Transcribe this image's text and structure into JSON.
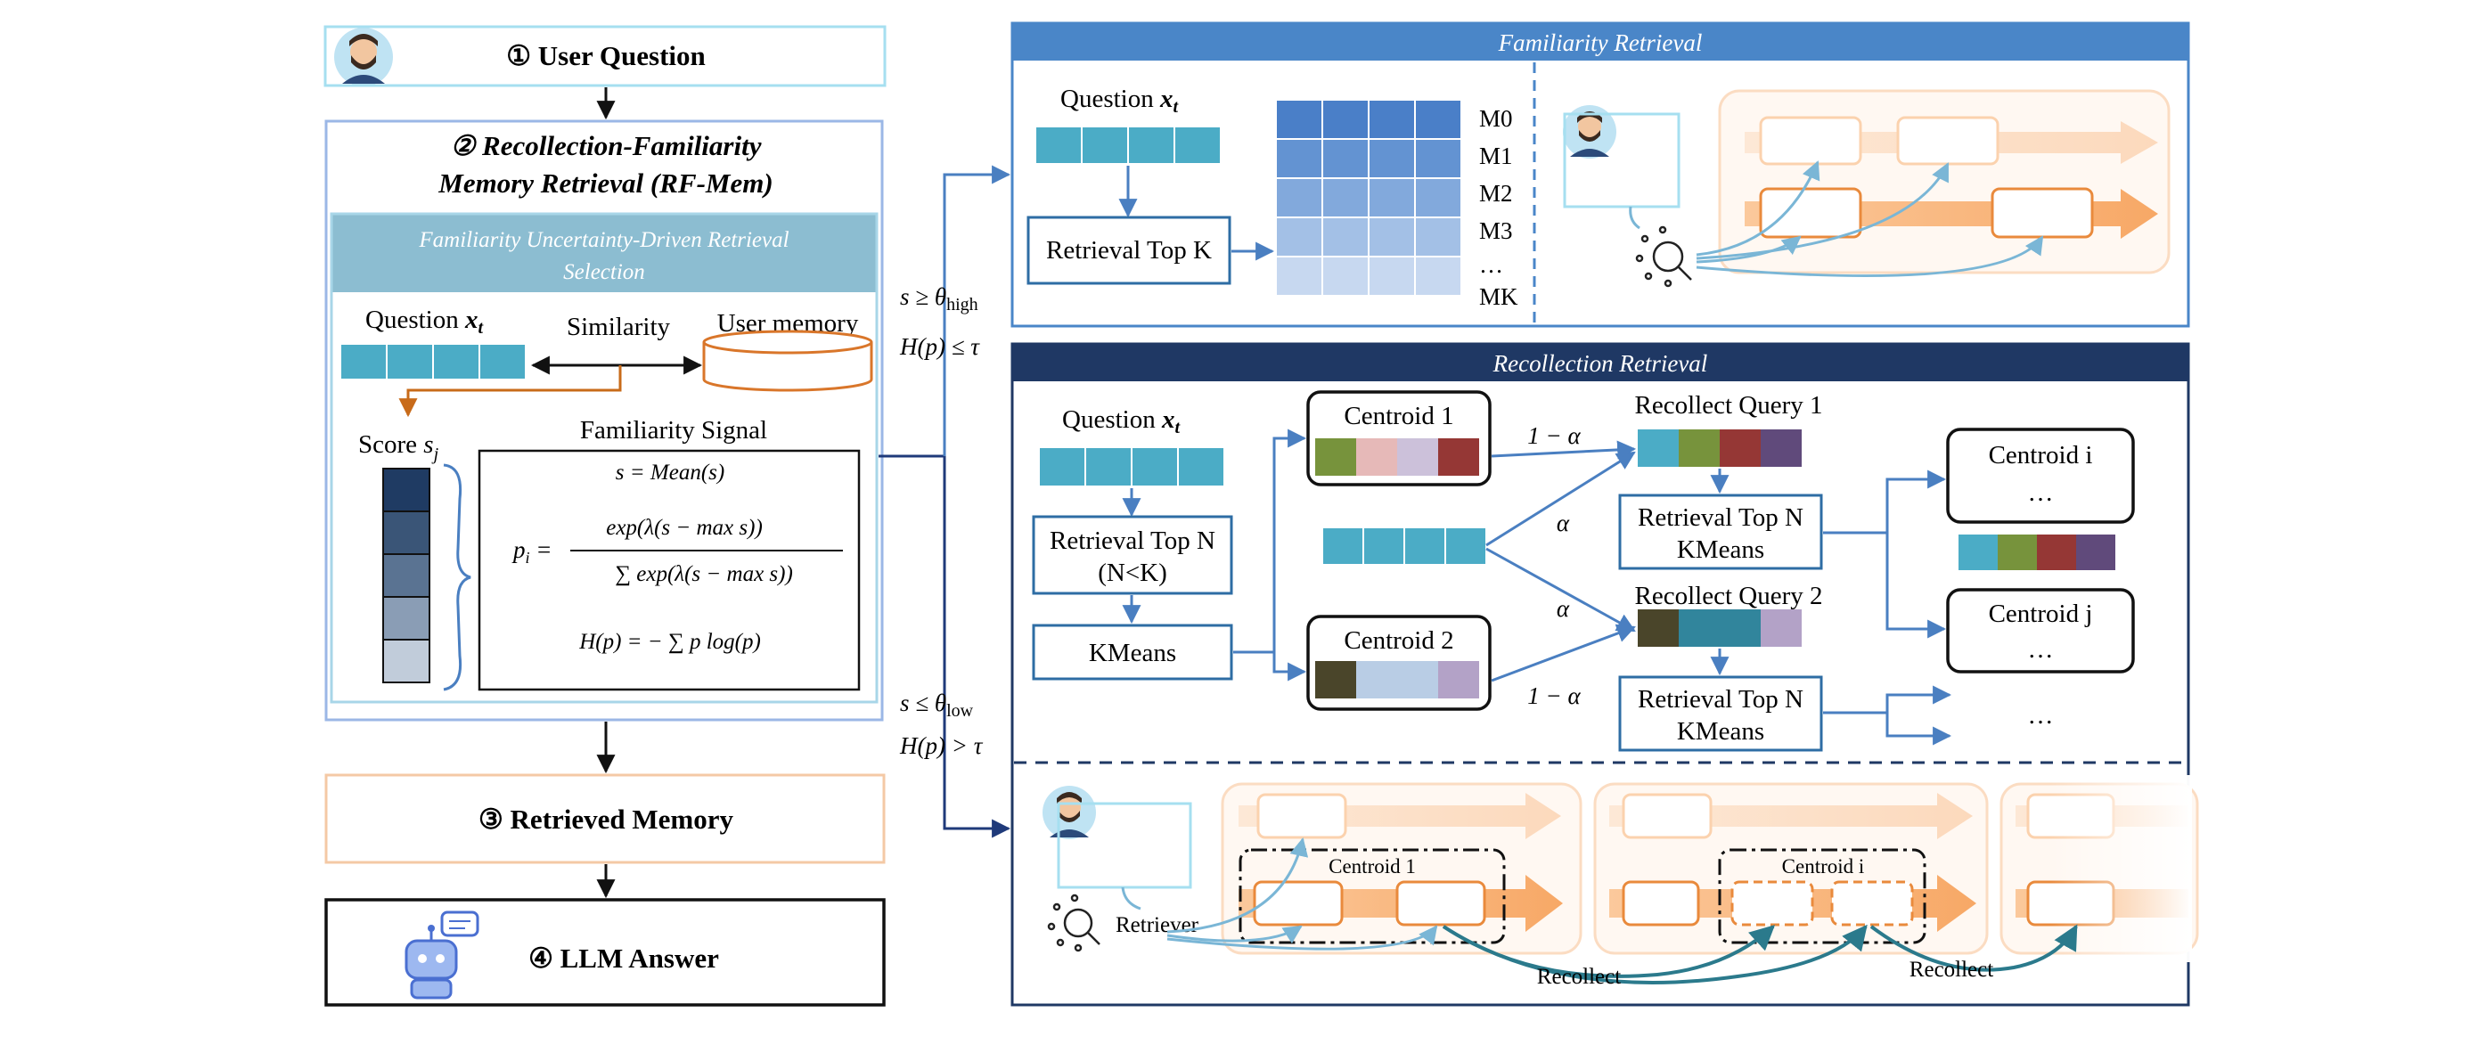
{
  "left": {
    "step1": "① User Question",
    "step2_line1": "② Recollection-Familiarity",
    "step2_line2": "Memory Retrieval (RF-Mem)",
    "fu_header_line1": "Familiarity Uncertainty-Driven Retrieval",
    "fu_header_line2": "Selection",
    "question_label": "Question",
    "question_var": "x",
    "question_sub": "t",
    "similarity": "Similarity",
    "user_memory": "User memory",
    "score_label": "Score",
    "score_var": "s",
    "score_sub": "j",
    "fam_signal": "Familiarity Signal",
    "formula_s": "s = Mean(s)",
    "formula_p_lhs": "p",
    "formula_p_num": "exp(λ(s − max s))",
    "formula_p_den": "∑ exp(λ(s − max s))",
    "formula_h": "H(p) = − ∑ p log(p)",
    "step3": "③ Retrieved Memory",
    "step4": "④ LLM Answer"
  },
  "conditions": {
    "high_s": "s ≥ θ",
    "high_sub": "high",
    "high_h": "H(p) ≤ τ",
    "low_s": "s ≤ θ",
    "low_sub": "low",
    "low_h": "H(p) > τ"
  },
  "familiarity": {
    "title": "Familiarity Retrieval",
    "question_label": "Question",
    "retrieval_topk": "Retrieval Top K",
    "memory_labels": [
      "M0",
      "M1",
      "M2",
      "M3",
      "…",
      "MK"
    ]
  },
  "recollection": {
    "title": "Recollection Retrieval",
    "question_label": "Question",
    "retrieval_topn_line1": "Retrieval Top N",
    "retrieval_topn_line2": "(N<K)",
    "kmeans": "KMeans",
    "centroid1": "Centroid 1",
    "centroid2": "Centroid 2",
    "one_minus_alpha": "1 − α",
    "alpha": "α",
    "rq1": "Recollect Query 1",
    "rq2": "Recollect Query 2",
    "rtn_kmeans_line1": "Retrieval Top N",
    "rtn_kmeans_line2": "KMeans",
    "centroid_i": "Centroid i",
    "centroid_j": "Centroid j",
    "ellipsis": "…",
    "bottom_centroid1": "Centroid 1",
    "bottom_centroid_i": "Centroid i",
    "retriever": "Retriever",
    "recollect": "Recollect"
  },
  "colors": {
    "teal": "#4bacc6",
    "blue_header": "#4a86c8",
    "navy_header": "#1f3864",
    "orange": "#f4a460",
    "orange_dark": "#e67e22"
  }
}
